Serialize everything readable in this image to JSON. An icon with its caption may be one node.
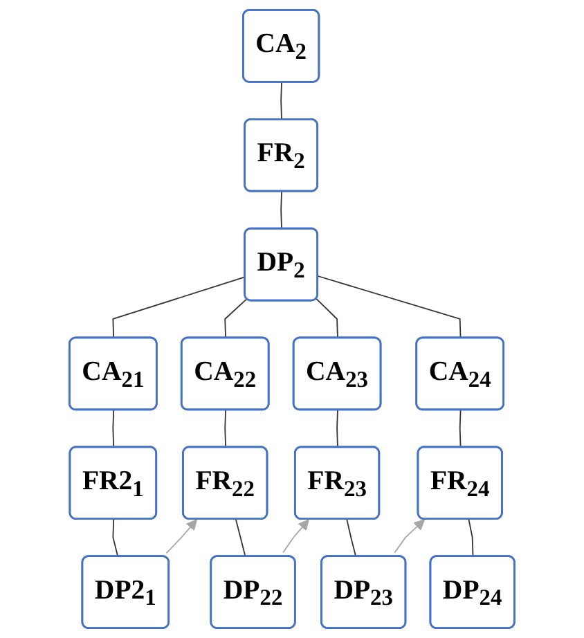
{
  "diagram": {
    "nodes": [
      {
        "text": [
          "CA$_{2}$"
        ]
      },
      {
        "text": [
          "FR$_{2}$"
        ]
      },
      {
        "text": [
          "DP$_{2}$"
        ]
      },
      {
        "text": [
          "CA$_{21}$"
        ]
      },
      {
        "text": [
          "CA$_{22}$"
        ]
      },
      {
        "text": [
          "CA$_{23}$"
        ]
      },
      {
        "text": [
          "CA$_{24}$"
        ]
      },
      {
        "text": [
          "FR2$_{1}$"
        ]
      },
      {
        "text": [
          "FR$_{22}$"
        ]
      },
      {
        "text": [
          "FR$_{23}$"
        ]
      },
      {
        "text": [
          "FR$_{24}$"
        ]
      },
      {
        "text": [
          "DP2$_{1}$"
        ]
      },
      {
        "text": [
          "DP$_{22}$"
        ]
      },
      {
        "text": [
          "DP$_{23}$"
        ]
      },
      {
        "text": [
          "DP$_{24}$"
        ]
      }
    ],
    "edges": [
      {
        "from": 0,
        "to": 1,
        "arrow": "none"
      },
      {
        "from": 1,
        "to": 2,
        "arrow": "none"
      },
      {
        "from": 2,
        "to": 3,
        "arrow": "none"
      },
      {
        "from": 2,
        "to": 4,
        "arrow": "none"
      },
      {
        "from": 2,
        "to": 5,
        "arrow": "none"
      },
      {
        "from": 2,
        "to": 6,
        "arrow": "none"
      },
      {
        "from": 3,
        "to": 7,
        "arrow": "none"
      },
      {
        "from": 4,
        "to": 8,
        "arrow": "none"
      },
      {
        "from": 5,
        "to": 9,
        "arrow": "none"
      },
      {
        "from": 6,
        "to": 10,
        "arrow": "none"
      },
      {
        "from": 7,
        "to": 11,
        "arrow": "none"
      },
      {
        "from": 8,
        "to": 12,
        "arrow": "none"
      },
      {
        "from": 9,
        "to": 13,
        "arrow": "none"
      },
      {
        "from": 10,
        "to": 14,
        "arrow": "none"
      },
      {
        "from": 11,
        "to": 8,
        "arrow": "to",
        "color": "#a6a6a6"
      },
      {
        "from": 12,
        "to": 9,
        "arrow": "to",
        "color": "#a6a6a6"
      },
      {
        "from": 13,
        "to": 10,
        "arrow": "to",
        "color": "#a6a6a6"
      }
    ]
  }
}
